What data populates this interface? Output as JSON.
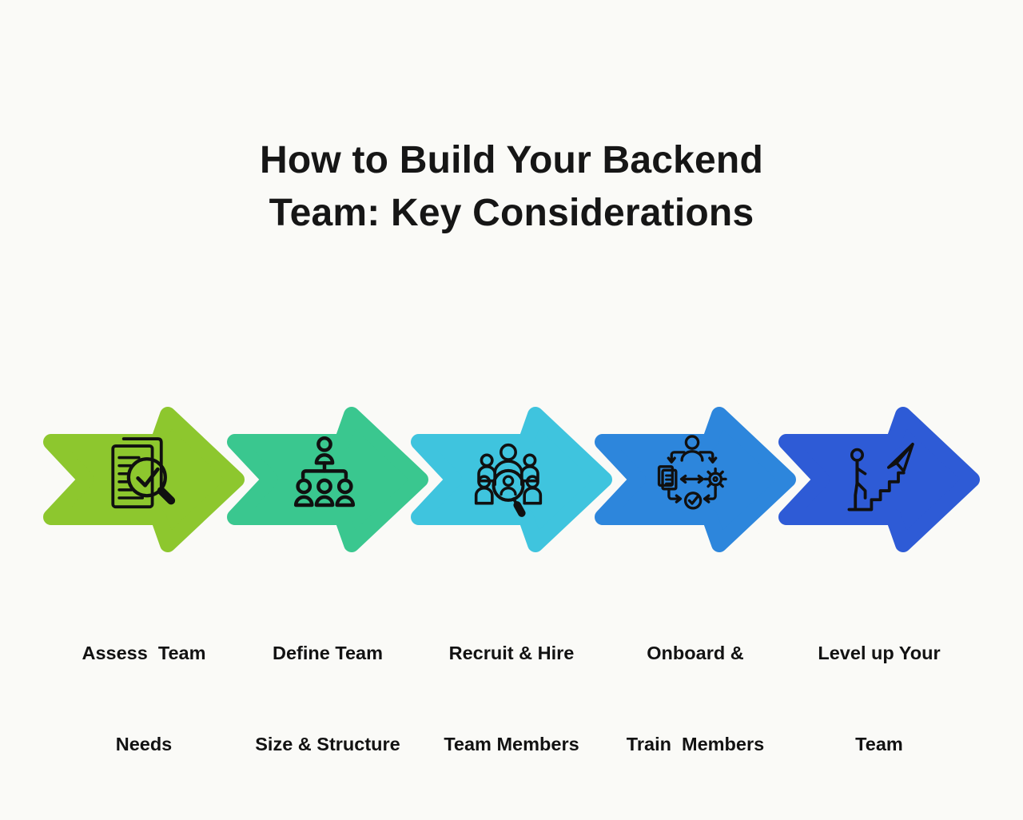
{
  "title": {
    "line1": "How to Build Your Backend",
    "line2": "Team: Key Considerations"
  },
  "steps": [
    {
      "label_line1": "Assess  Team",
      "label_line2": "Needs",
      "color": "#8dc72e",
      "icon": "document-check-magnifier-icon"
    },
    {
      "label_line1": "Define Team",
      "label_line2": "Size & Structure",
      "color": "#3ac78f",
      "icon": "org-chart-icon"
    },
    {
      "label_line1": "Recruit & Hire",
      "label_line2": "Team Members",
      "color": "#3fc4de",
      "icon": "team-search-icon"
    },
    {
      "label_line1": "Onboard &",
      "label_line2": "Train  Members",
      "color": "#2d86dc",
      "icon": "onboarding-process-icon"
    },
    {
      "label_line1": "Level up Your",
      "label_line2": "Team",
      "color": "#2e5bd6",
      "icon": "level-up-stairs-icon"
    }
  ],
  "icon_stroke_color": "#101010",
  "background_color": "#fafaf7"
}
